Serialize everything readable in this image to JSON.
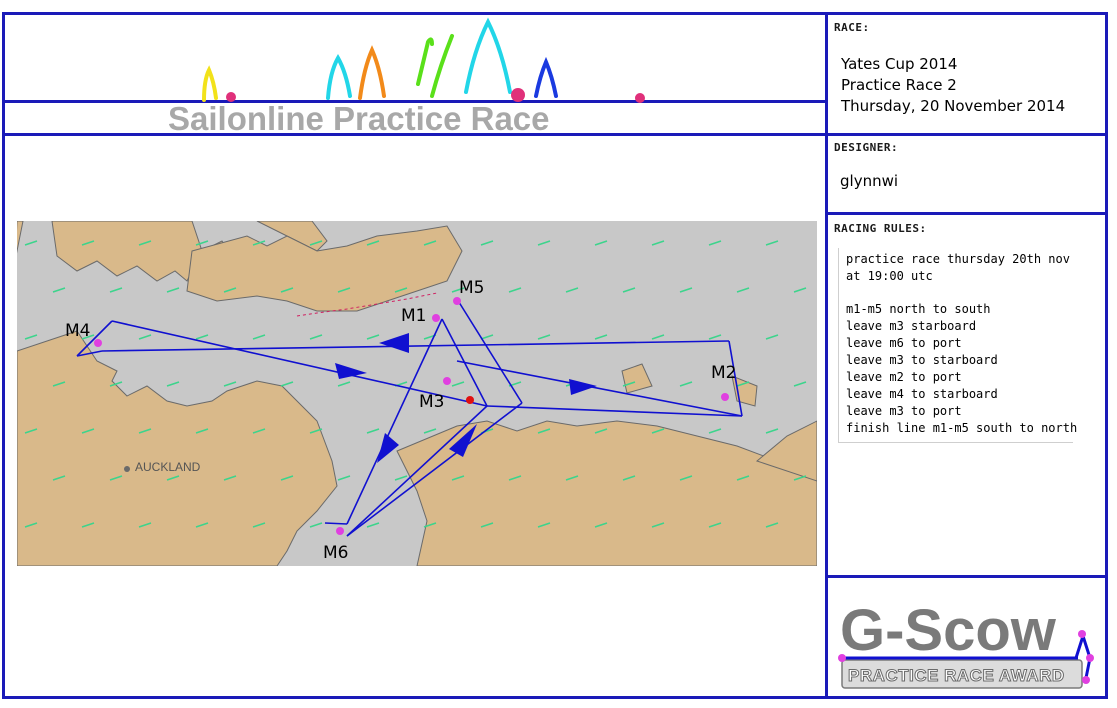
{
  "banner": {
    "title": "Sailonline Practice Race"
  },
  "race_panel": {
    "heading": "RACE:",
    "lines": [
      "Yates Cup 2014",
      "Practice Race 2",
      "Thursday, 20 November 2014"
    ]
  },
  "designer_panel": {
    "heading": "DESIGNER:",
    "name": "glynnwi"
  },
  "rules_panel": {
    "heading": "RACING RULES:",
    "lines": [
      "practice race thursday 20th nov",
      "at 19:00 utc",
      "",
      "m1-m5 north to south",
      "leave m3 starboard",
      "leave m6 to port",
      "leave m3 to starboard",
      "leave m2 to port",
      "leave m4 to starboard",
      "leave m3 to port",
      "finish line m1-m5 south to north"
    ]
  },
  "map": {
    "city_label": "AUCKLAND",
    "marks": [
      "M1",
      "M2",
      "M3",
      "M4",
      "M5",
      "M6"
    ],
    "colors": {
      "water": "#c8c8c8",
      "land": "#d9b98a",
      "course": "#1010d0",
      "mark": "#e040e0",
      "wind": "#3cd48c"
    }
  },
  "logo": {
    "title": "G-Scow",
    "subtitle": "PRACTICE RACE AWARD"
  }
}
